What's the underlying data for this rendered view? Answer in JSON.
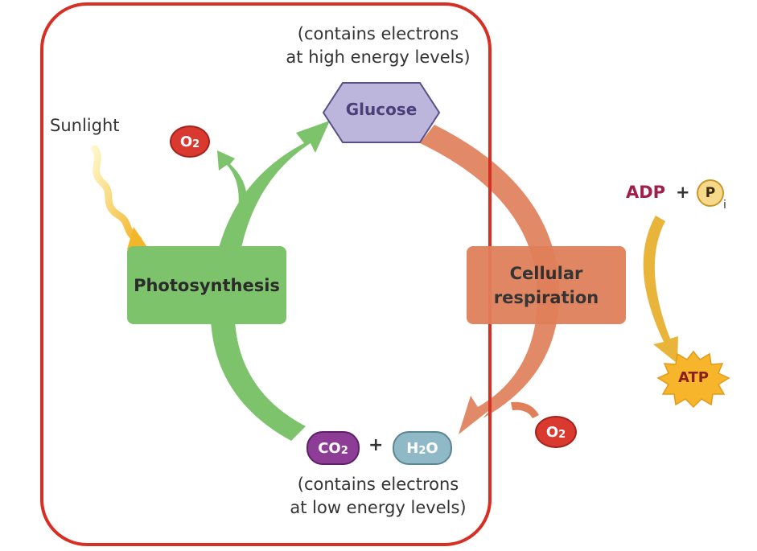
{
  "diagram": {
    "top_note": {
      "line1": "(contains electrons",
      "line2": "at high energy levels)"
    },
    "bottom_note": {
      "line1": "(contains electrons",
      "line2": "at low energy levels)"
    },
    "sunlight": "Sunlight",
    "glucose": "Glucose",
    "photosynthesis": "Photosynthesis",
    "respiration": {
      "line1": "Cellular",
      "line2": "respiration"
    },
    "o2_out": {
      "main": "O",
      "sub": "2"
    },
    "o2_in": {
      "main": "O",
      "sub": "2"
    },
    "co2": {
      "main": "CO",
      "sub": "2"
    },
    "plus_bottom": "+",
    "h2o": {
      "pre": "H",
      "sub": "2",
      "post": "O"
    },
    "adp": "ADP",
    "plus_right": "+",
    "pi": {
      "main": "P",
      "sub": "i"
    },
    "atp": "ATP"
  },
  "colors": {
    "frame": "#d62f24",
    "photosynthesis": "#7dc36b",
    "respiration": "#e0805a",
    "atp_arrow": "#e9b43a",
    "oxygen": "#d9392f",
    "co2": "#8e3d97",
    "h2o": "#8fb9c6",
    "glucose": "#bdb6dc",
    "atp_star": "#f7b52c",
    "adp_text": "#a01e4a"
  }
}
